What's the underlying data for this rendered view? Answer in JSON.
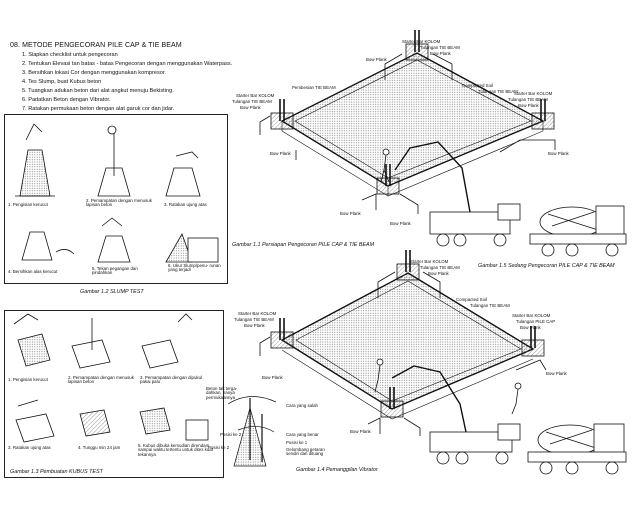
{
  "heading": "08. METODE PENGECORAN PILE CAP & TIE BEAM",
  "steps": [
    "1. Siapkan checklist untuk pengecoran",
    "2. Tentukan Elevasi tan batas - batas Pengecoran dengan menggunakan Waterpass.",
    "3. Bersihkan lokasi Cor dengan menggunakan kompresor.",
    "4. Tes Slump, buat Kubus beton",
    "5. Tuangkan adukan beton dari alat angkut menuju Bekisting.",
    "6. Padatkan Beton dengan Vibrator.",
    "7. Ratakan permukaan beton dengan alat garuk cor dan jidar."
  ],
  "slump": {
    "labels": [
      "1. Pengisian kerucut",
      "2. Pemampatan dengan menusuk lapisan beton",
      "3. Ratakan ujung atas",
      "4. Bersihkan alas kerucut",
      "5. Tekan pegangan dan pindahkan",
      "6. Ukur Slump/penu- runan yang terjadi"
    ],
    "caption": "Gambar 1.2 SLUMP TEST"
  },
  "kubus": {
    "labels": [
      "1. Pengisian kerucut",
      "2. Pemampatan dengan menusuk lapisan beton",
      "3. Pemampatan dengan dipukul pakai palu",
      "3. Ratakan ujung atas",
      "4. Tunggu min 24 jam",
      "5. Kubus dibuka kemudian direndam sampai waktu tertentu untuk dites kuat tekannya"
    ],
    "caption": "Gambar 1.3 Pembuatan KUBUS TEST"
  },
  "plan_top": {
    "labels": {
      "starter_kolom": "Starter Bar KOLOM",
      "tulangan_tie_beam": "Tulangan TIE BEAM",
      "bow_plank": "Bow Plank",
      "compacted_soil": "Compacted Soil",
      "pembesian_tie_beam": "Pembesian TIE BEAM"
    },
    "caption_left": "Gambar 1.1 Persiapan Pengecoran PILE CAP & TIE BEAM",
    "caption_right": "Gambar 1.5 Sedang Pengecoran PILE CAP & TIE BEAM"
  },
  "plan_bottom": {
    "labels": {
      "starter_kolom": "Starter Bar KOLOM",
      "tulangan_tie_beam": "Tulangan TIE BEAM",
      "tulangan_pile_cap": "Tulangan PILE CAP",
      "bow_plank": "Bow Plank",
      "compacted_soil": "Compacted Soil"
    },
    "vibrator_notes": [
      "Beton tak terga- dahkan, hanya permukaannya",
      "Cara yang salah",
      "Posisi ke 2",
      "Cara yang benar",
      "Posisi ke 1",
      "Gelombang getaran sendiri dan dituang"
    ],
    "caption": "Gambar 1.4 Pemanggilan Vibrator"
  }
}
